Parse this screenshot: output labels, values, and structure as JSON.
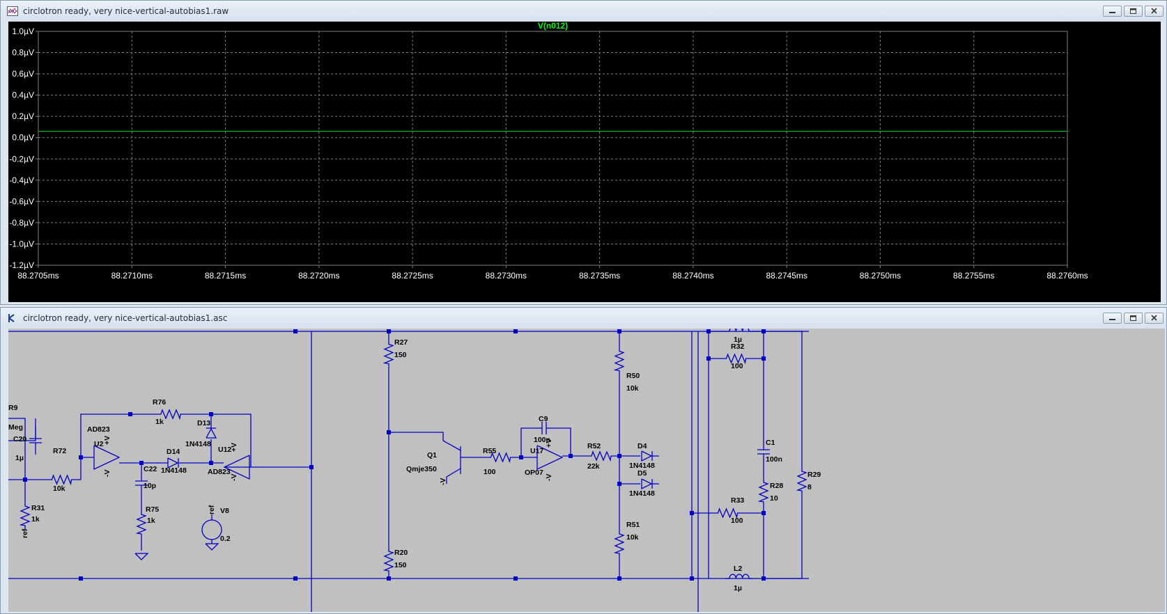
{
  "plot_window": {
    "title": "circlotron ready, very nice-vertical-autobias1.raw",
    "trace_label": "V(n012)",
    "colors": {
      "background": "#000000",
      "grid": "#808080",
      "trace": "#00c800",
      "axis_text": "#ffffff"
    }
  },
  "schematic_window": {
    "title": "circlotron ready, very nice-vertical-autobias1.asc",
    "colors": {
      "background": "#c0c0c0",
      "wire": "#0000c8",
      "label": "#000000"
    }
  },
  "chart_data": {
    "type": "line",
    "title": "V(n012)",
    "xlabel": "",
    "ylabel": "",
    "x_ticks": [
      "88.2705ms",
      "88.2710ms",
      "88.2715ms",
      "88.2720ms",
      "88.2725ms",
      "88.2730ms",
      "88.2735ms",
      "88.2740ms",
      "88.2745ms",
      "88.2750ms",
      "88.2755ms",
      "88.2760ms"
    ],
    "y_ticks": [
      "1.0µV",
      "0.8µV",
      "0.6µV",
      "0.4µV",
      "0.2µV",
      "0.0µV",
      "-0.2µV",
      "-0.4µV",
      "-0.6µV",
      "-0.8µV",
      "-1.0µV",
      "-1.2µV"
    ],
    "xlim": [
      88.2705,
      88.276
    ],
    "ylim": [
      -1.2,
      1.0
    ],
    "grid": true,
    "series": [
      {
        "name": "V(n012)",
        "x": [
          88.2705,
          88.276
        ],
        "y": [
          0.06,
          0.06
        ]
      }
    ]
  },
  "schematic": {
    "labels": [
      {
        "k": "r9",
        "t": "R9"
      },
      {
        "k": "meg",
        "t": "Meg"
      },
      {
        "k": "c20",
        "t": "C20"
      },
      {
        "k": "c20v",
        "t": "1µ"
      },
      {
        "k": "r31",
        "t": "R31"
      },
      {
        "k": "r31v",
        "t": "1k"
      },
      {
        "k": "ref1",
        "t": "ref"
      },
      {
        "k": "r72",
        "t": "R72"
      },
      {
        "k": "r72v",
        "t": "10k"
      },
      {
        "k": "ad823a",
        "t": "AD823"
      },
      {
        "k": "u2",
        "t": "U2"
      },
      {
        "k": "u2p",
        "t": "+V"
      },
      {
        "k": "u2m",
        "t": "-V"
      },
      {
        "k": "r76",
        "t": "R76"
      },
      {
        "k": "r76v",
        "t": "1k"
      },
      {
        "k": "d13",
        "t": "D13"
      },
      {
        "k": "d13v",
        "t": "1N4148"
      },
      {
        "k": "d14",
        "t": "D14"
      },
      {
        "k": "d14v",
        "t": "1N4148"
      },
      {
        "k": "c22",
        "t": "C22"
      },
      {
        "k": "c22v",
        "t": "10p"
      },
      {
        "k": "r75",
        "t": "R75"
      },
      {
        "k": "r75v",
        "t": "1k"
      },
      {
        "k": "u12",
        "t": "U12"
      },
      {
        "k": "ad823b",
        "t": "AD823"
      },
      {
        "k": "u12p",
        "t": "+V"
      },
      {
        "k": "u12m",
        "t": "-V"
      },
      {
        "k": "ref2",
        "t": "ref"
      },
      {
        "k": "v8",
        "t": "V8"
      },
      {
        "k": "v8v",
        "t": "0.2"
      },
      {
        "k": "r27",
        "t": "R27"
      },
      {
        "k": "r27v",
        "t": "150"
      },
      {
        "k": "r20",
        "t": "R20"
      },
      {
        "k": "r20v",
        "t": "150"
      },
      {
        "k": "q1",
        "t": "Q1"
      },
      {
        "k": "q1v",
        "t": "Qmje350"
      },
      {
        "k": "q1m",
        "t": "-V"
      },
      {
        "k": "r55",
        "t": "R55"
      },
      {
        "k": "r55v",
        "t": "100"
      },
      {
        "k": "c9",
        "t": "C9"
      },
      {
        "k": "c9v",
        "t": "100n"
      },
      {
        "k": "u17",
        "t": "U17"
      },
      {
        "k": "op07",
        "t": "OP07"
      },
      {
        "k": "u17p",
        "t": "+V"
      },
      {
        "k": "u17m",
        "t": "-V"
      },
      {
        "k": "r52",
        "t": "R52"
      },
      {
        "k": "r52v",
        "t": "22k"
      },
      {
        "k": "r50",
        "t": "R50"
      },
      {
        "k": "r50v",
        "t": "10k"
      },
      {
        "k": "r51",
        "t": "R51"
      },
      {
        "k": "r51v",
        "t": "10k"
      },
      {
        "k": "d4",
        "t": "D4"
      },
      {
        "k": "d4v",
        "t": "1N4148"
      },
      {
        "k": "d5",
        "t": "D5"
      },
      {
        "k": "d5v",
        "t": "1N4148"
      },
      {
        "k": "l1v",
        "t": "1µ"
      },
      {
        "k": "r32",
        "t": "R32"
      },
      {
        "k": "r32v",
        "t": "100"
      },
      {
        "k": "c1",
        "t": "C1"
      },
      {
        "k": "c1v",
        "t": "100n"
      },
      {
        "k": "r28",
        "t": "R28"
      },
      {
        "k": "r28v",
        "t": "10"
      },
      {
        "k": "r29",
        "t": "R29"
      },
      {
        "k": "r29v",
        "t": "8"
      },
      {
        "k": "r33",
        "t": "R33"
      },
      {
        "k": "r33v",
        "t": "100"
      },
      {
        "k": "l2",
        "t": "L2"
      },
      {
        "k": "l2v",
        "t": "1µ"
      }
    ]
  }
}
